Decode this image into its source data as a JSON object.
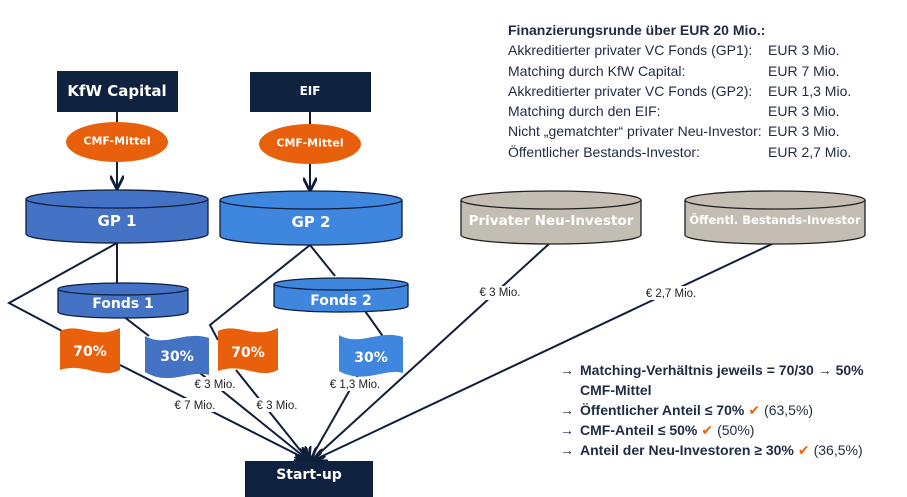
{
  "colors": {
    "navy": "#0f2240",
    "orange": "#e8600c",
    "gp1_blue": "#4472c4",
    "gp2_blue": "#3f86de",
    "gray_cyl": "#c4bdb4",
    "line": "#0f1e3a",
    "check": "#e8650e"
  },
  "sources": {
    "kfw": {
      "label": "KfW Capital"
    },
    "eif": {
      "label": "EIF"
    }
  },
  "cmf": {
    "kfw_label": "CMF-Mittel",
    "eif_label": "CMF-Mittel"
  },
  "cylinders": {
    "gp1": "GP 1",
    "gp2": "GP 2",
    "fonds1": "Fonds 1",
    "fonds2": "Fonds 2",
    "private_new": "Privater Neu-Investor",
    "public_existing": "Öffentl. Bestands-Investor"
  },
  "flags": {
    "f1_70": "70%",
    "f1_30": "30%",
    "f2_70": "70%",
    "f2_30": "30%"
  },
  "amounts": {
    "kfw_7": "€ 7 Mio.",
    "gp1_3": "€ 3 Mio.",
    "eif_3": "€ 3 Mio.",
    "gp2_13": "€ 1,3 Mio.",
    "private_3": "€ 3 Mio.",
    "public_27": "€ 2,7 Mio."
  },
  "target": {
    "label": "Start-up"
  },
  "financing": {
    "title": "Finanzierungsrunde über EUR 20 Mio.:",
    "rows": [
      {
        "label": "Akkreditierter privater VC Fonds (GP1):",
        "value": "EUR 3 Mio."
      },
      {
        "label": "Matching durch KfW Capital:",
        "value": "EUR 7 Mio."
      },
      {
        "label": "Akkreditierter privater VC Fonds (GP2):",
        "value": "EUR 1,3 Mio."
      },
      {
        "label": "Matching durch den EIF:",
        "value": "EUR 3 Mio."
      },
      {
        "label": "Nicht „gematchter“ privater Neu-Investor:",
        "value": "EUR 3 Mio."
      },
      {
        "label": "Öffentlicher Bestands-Investor:",
        "value": "EUR 2,7 Mio."
      }
    ]
  },
  "notes": {
    "arrow": "→",
    "check": "✔",
    "n1_line1": "Matching-Verhältnis  jeweils = 70/30 → 50%",
    "n1_line2": "CMF-Mittel",
    "n2": "Öffentlicher Anteil ≤ 70%",
    "n2_val": "(63,5%)",
    "n3": "CMF-Anteil ≤ 50%",
    "n3_val": "(50%)",
    "n4": "Anteil der Neu-Investoren ≥ 30%",
    "n4_val": "(36,5%)"
  }
}
